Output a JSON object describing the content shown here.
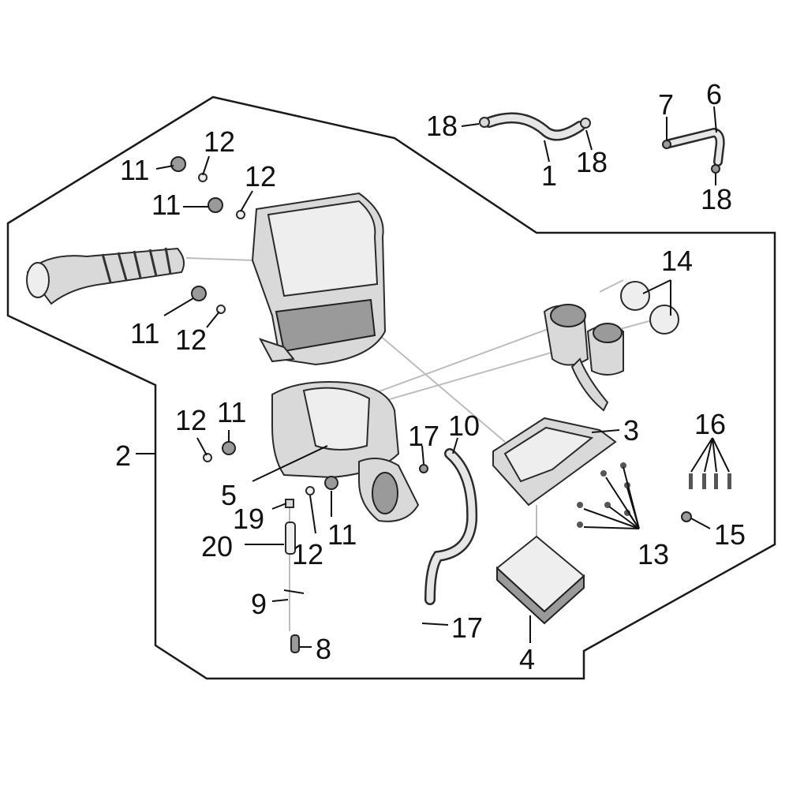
{
  "callouts": {
    "c1": "1",
    "c2": "2",
    "c3": "3",
    "c4": "4",
    "c5": "5",
    "c6": "6",
    "c7": "7",
    "c8": "8",
    "c9": "9",
    "c10": "10",
    "c11a": "11",
    "c11b": "11",
    "c11c": "11",
    "c11d": "11",
    "c11e": "11",
    "c12a": "12",
    "c12b": "12",
    "c12c": "12",
    "c12d": "12",
    "c12e": "12",
    "c13": "13",
    "c14": "14",
    "c15": "15",
    "c16": "16",
    "c17a": "17",
    "c17b": "17",
    "c18a": "18",
    "c18b": "18",
    "c18c": "18",
    "c19": "19",
    "c20": "20"
  }
}
